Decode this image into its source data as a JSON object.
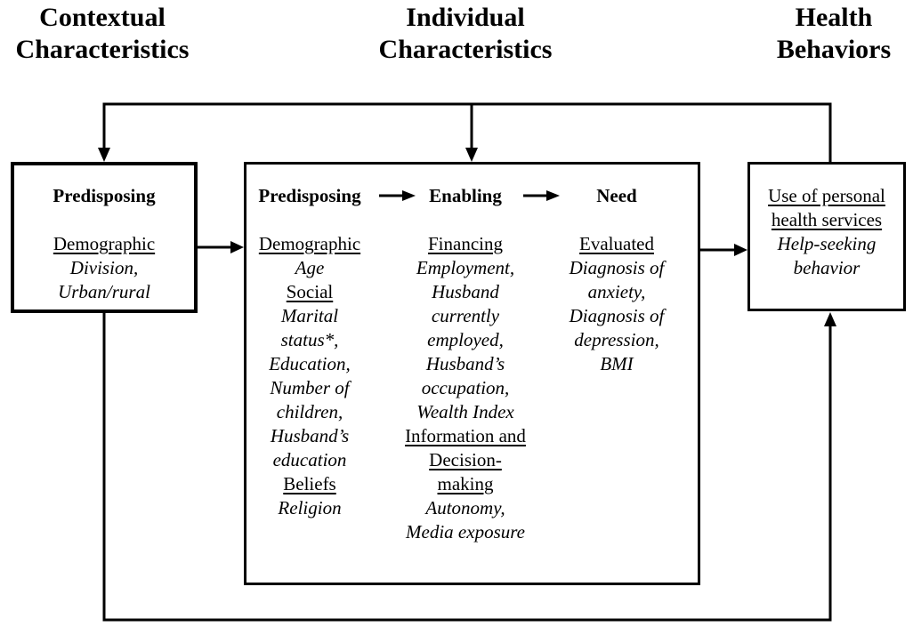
{
  "titles": {
    "contextual": "Contextual Characteristics",
    "individual": "Individual Characteristics",
    "health": "Health Behaviors"
  },
  "contextual_box": {
    "header": "Predisposing",
    "lines": [
      {
        "text": "Demographic",
        "style": "underline"
      },
      {
        "text": "Division,",
        "style": "italic"
      },
      {
        "text": "Urban/rural",
        "style": "italic"
      }
    ]
  },
  "individual_box": {
    "columns": [
      {
        "header": "Predisposing",
        "lines": [
          {
            "text": "Demographic",
            "style": "underline"
          },
          {
            "text": "Age",
            "style": "italic"
          },
          {
            "text": "Social",
            "style": "underline"
          },
          {
            "text": "Marital",
            "style": "italic"
          },
          {
            "text": "status*,",
            "style": "italic"
          },
          {
            "text": "Education,",
            "style": "italic"
          },
          {
            "text": "Number of",
            "style": "italic"
          },
          {
            "text": "children,",
            "style": "italic"
          },
          {
            "text": "Husband’s",
            "style": "italic"
          },
          {
            "text": "education",
            "style": "italic"
          },
          {
            "text": "Beliefs",
            "style": "underline"
          },
          {
            "text": "Religion",
            "style": "italic"
          }
        ]
      },
      {
        "header": "Enabling",
        "lines": [
          {
            "text": "Financing",
            "style": "underline"
          },
          {
            "text": "Employment,",
            "style": "italic"
          },
          {
            "text": "Husband",
            "style": "italic"
          },
          {
            "text": "currently",
            "style": "italic"
          },
          {
            "text": "employed,",
            "style": "italic"
          },
          {
            "text": "Husband’s",
            "style": "italic"
          },
          {
            "text": "occupation,",
            "style": "italic"
          },
          {
            "text": "Wealth Index",
            "style": "italic"
          },
          {
            "text": "Information and",
            "style": "underline"
          },
          {
            "text": "Decision-",
            "style": "underline"
          },
          {
            "text": "making",
            "style": "underline"
          },
          {
            "text": "Autonomy,",
            "style": "italic"
          },
          {
            "text": "Media exposure",
            "style": "italic"
          }
        ]
      },
      {
        "header": "Need",
        "lines": [
          {
            "text": "Evaluated",
            "style": "underline"
          },
          {
            "text": "Diagnosis of",
            "style": "italic"
          },
          {
            "text": "anxiety,",
            "style": "italic"
          },
          {
            "text": "Diagnosis of",
            "style": "italic"
          },
          {
            "text": "depression,",
            "style": "italic"
          },
          {
            "text": "BMI",
            "style": "italic"
          }
        ]
      }
    ]
  },
  "health_box": {
    "lines": [
      {
        "text": "Use of personal",
        "style": "underline"
      },
      {
        "text": "health services",
        "style": "underline"
      },
      {
        "text": "Help-seeking",
        "style": "italic"
      },
      {
        "text": "behavior",
        "style": "italic"
      }
    ]
  },
  "colors": {
    "line": "#000000",
    "background": "#ffffff",
    "text": "#000000"
  }
}
